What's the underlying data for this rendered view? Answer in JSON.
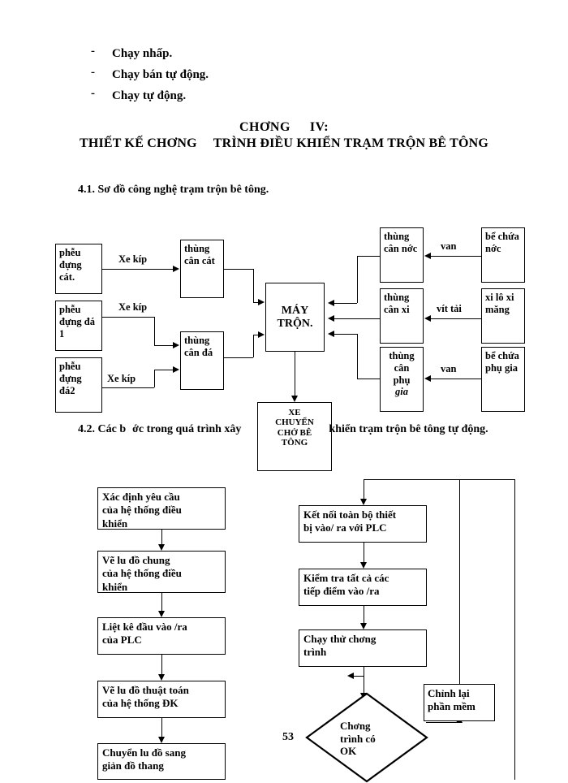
{
  "document": {
    "page_number": "53"
  },
  "bullets": [
    {
      "marker": "-",
      "text": "Chạy nhấp."
    },
    {
      "marker": "-",
      "text": "Chạy bán tự động."
    },
    {
      "marker": "-",
      "text": "Chạy tự động."
    }
  ],
  "chapter": {
    "label": "CHƠNG",
    "number": "IV:",
    "title_part1": "THIẾT KẾ CHƠNG",
    "title_part2": "TRÌNH ĐIỀU KHIỂN TRẠM TRỘN BÊ TÔNG"
  },
  "sections": {
    "s41": "4.1. Sơ đồ công nghệ trạm trộn bê tông.",
    "s42_part1": "4.2. Các b",
    "s42_part2": "ớc trong quá trình xây",
    "s42_part3": "khiển trạm trộn bê tông tự động."
  },
  "process_diagram": {
    "boxes": {
      "hopper_sand": "phễu đựng cát.",
      "hopper_stone1": "phễu đựng đá 1",
      "hopper_stone2": "phễu đựng đá2",
      "weigh_sand": "thùng cân cát",
      "weigh_stone": "thùng cân đá",
      "mixer": "MÁY TRỘN.",
      "weigh_water": "thùng cân nớc",
      "weigh_cement": "thùng cân xi",
      "weigh_additive_line1": "thùng",
      "weigh_additive_line2": "cân",
      "weigh_additive_line3": "phụ",
      "weigh_additive_line4": "gia",
      "tank_water": "bể chứa nớc",
      "silo_cement": "xi lô xi măng",
      "tank_additive": "bể chứa phụ gia",
      "transport_line1": "XE",
      "transport_line2": "CHUYỂN",
      "transport_line3": "CHỞ  BÊ",
      "transport_line4": "TÔNG"
    },
    "edge_labels": {
      "skip1": "Xe kíp",
      "skip2": "Xe kíp",
      "skip3": "Xe kíp",
      "valve_water": "van",
      "screw_conveyor": "vít tải",
      "valve_additive": "van"
    }
  },
  "flowchart": {
    "left_column": [
      {
        "line1": "Xác định yêu cầu",
        "line2": "của hệ thống điều",
        "line3": "khiển"
      },
      {
        "line1": "Vẽ lu   đồ chung",
        "line2": "của hệ thống điều",
        "line3": "khiển"
      },
      {
        "line1": "Liệt kê đầu vào /ra",
        "line2": "của PLC",
        "line3": ""
      },
      {
        "line1": "Vẽ lu   đồ thuật toán",
        "line2": "của hệ thống ĐK",
        "line3": ""
      },
      {
        "line1": "Chuyển lu   đồ sang",
        "line2": "giản đồ thang",
        "line3": ""
      }
    ],
    "right_column": [
      {
        "line1": "Kết nối toàn bộ thiết",
        "line2": "bị vào/ ra với PLC",
        "line3": ""
      },
      {
        "line1": "Kiểm tra tất cả các",
        "line2": "tiếp điểm vào /ra",
        "line3": ""
      },
      {
        "line1": "Chạy thử chơng",
        "line2": "trình",
        "line3": ""
      }
    ],
    "decision": {
      "line1": "Chơng",
      "line2": "trình có",
      "line3": "OK"
    },
    "fix_box": {
      "line1": "Chỉnh lại",
      "line2": "phần mềm"
    }
  }
}
